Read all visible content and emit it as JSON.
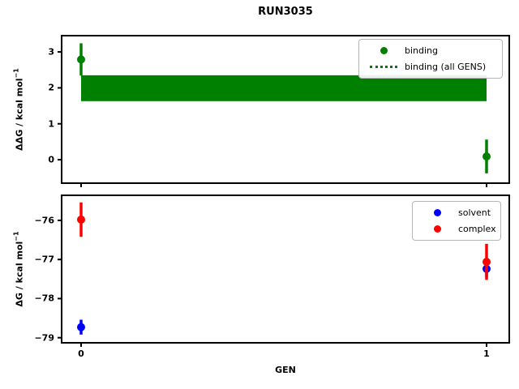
{
  "figure": {
    "title": "RUN3035"
  },
  "chart_data": [
    {
      "type": "scatter",
      "title": "RUN3035",
      "xlabel": null,
      "ylabel": {
        "text": "ΔΔG / kcal mol",
        "sup": "−1"
      },
      "xlim": [
        -0.046,
        1.054
      ],
      "ylim": [
        -0.63,
        3.43
      ],
      "grid": false,
      "legend_position": "upper right",
      "xticks": {
        "values": [
          0,
          1
        ],
        "labels": [
          "0",
          "1"
        ],
        "show_labels": false
      },
      "yticks": {
        "values": [
          3,
          2,
          1,
          0
        ],
        "labels": [
          "3",
          "2",
          "1",
          "0"
        ]
      },
      "series": [
        {
          "name": "binding",
          "color": "#008000",
          "marker": "circle",
          "x": [
            0,
            1
          ],
          "y": [
            2.79,
            0.09
          ],
          "yerr": [
            0.45,
            0.47
          ]
        }
      ],
      "band": {
        "name": "binding (all GENS)",
        "color": "#008000",
        "linestyle": "dotted",
        "x": [
          0,
          1
        ],
        "y_low": 1.63,
        "y_high": 2.35
      },
      "legend": [
        {
          "label": "binding",
          "glyph": "dot",
          "color": "#008000"
        },
        {
          "label": "binding (all GENS)",
          "glyph": "dotted-line",
          "color": "#008000"
        }
      ]
    },
    {
      "type": "scatter",
      "title": null,
      "xlabel": "GEN",
      "ylabel": {
        "text": "ΔG / kcal mol",
        "sup": "−1"
      },
      "xlim": [
        -0.046,
        1.054
      ],
      "ylim": [
        -79.11,
        -75.38
      ],
      "grid": false,
      "legend_position": "upper right",
      "xticks": {
        "values": [
          0,
          1
        ],
        "labels": [
          "0",
          "1"
        ],
        "show_labels": true
      },
      "yticks": {
        "values": [
          -76,
          -77,
          -78,
          -79
        ],
        "labels": [
          "−76",
          "−77",
          "−78",
          "−79"
        ]
      },
      "series": [
        {
          "name": "solvent",
          "color": "#0000ff",
          "marker": "circle",
          "x": [
            0,
            1
          ],
          "y": [
            -78.73,
            -77.24
          ],
          "yerr": [
            0.19,
            0.22
          ]
        },
        {
          "name": "complex",
          "color": "#ff0000",
          "marker": "circle",
          "x": [
            0,
            1
          ],
          "y": [
            -75.98,
            -77.06
          ],
          "yerr": [
            0.44,
            0.46
          ]
        }
      ],
      "legend": [
        {
          "label": "solvent",
          "glyph": "dot",
          "color": "#0000ff"
        },
        {
          "label": "complex",
          "glyph": "dot",
          "color": "#ff0000"
        }
      ]
    }
  ]
}
